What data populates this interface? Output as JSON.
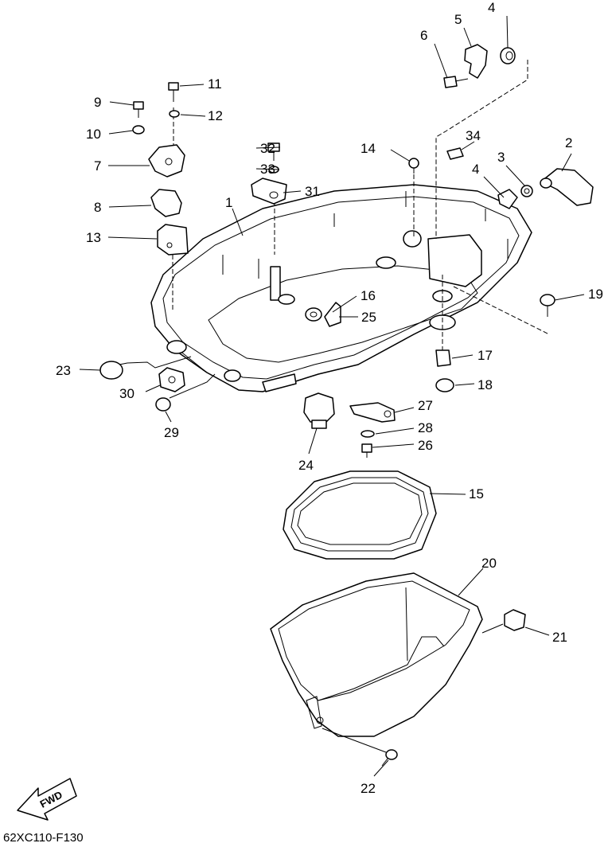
{
  "diagram_code": "62XC110-F130",
  "fwd_label": "FWD",
  "callouts": {
    "c1": "1",
    "c2": "2",
    "c3": "3",
    "c4a": "4",
    "c4b": "4",
    "c5": "5",
    "c6": "6",
    "c7": "7",
    "c8": "8",
    "c9": "9",
    "c10": "10",
    "c11": "11",
    "c12": "12",
    "c13": "13",
    "c14": "14",
    "c15": "15",
    "c16": "16",
    "c17": "17",
    "c18": "18",
    "c19": "19",
    "c20": "20",
    "c21": "21",
    "c22": "22",
    "c23": "23",
    "c24": "24",
    "c25": "25",
    "c26": "26",
    "c27": "27",
    "c28": "28",
    "c29": "29",
    "c30": "30",
    "c31": "31",
    "c32": "32",
    "c33": "33",
    "c34": "34"
  }
}
